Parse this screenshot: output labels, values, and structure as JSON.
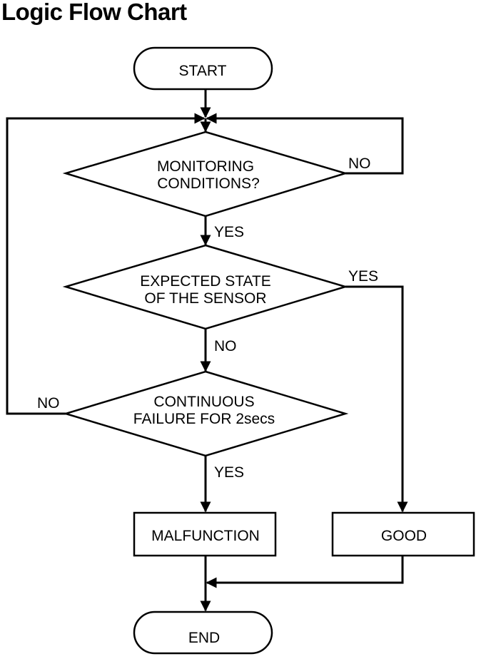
{
  "title": "Logic Flow Chart",
  "nodes": {
    "start": "START",
    "monitoring": [
      "MONITORING",
      "CONDITIONS?"
    ],
    "expected": [
      "EXPECTED STATE",
      "OF THE SENSOR"
    ],
    "continuous": [
      "CONTINUOUS",
      "FAILURE FOR 2secs"
    ],
    "malfunction": "MALFUNCTION",
    "good": "GOOD",
    "end": "END"
  },
  "edges": {
    "monitoring_no": "NO",
    "monitoring_yes": "YES",
    "expected_yes": "YES",
    "expected_no": "NO",
    "continuous_no": "NO",
    "continuous_yes": "YES"
  }
}
